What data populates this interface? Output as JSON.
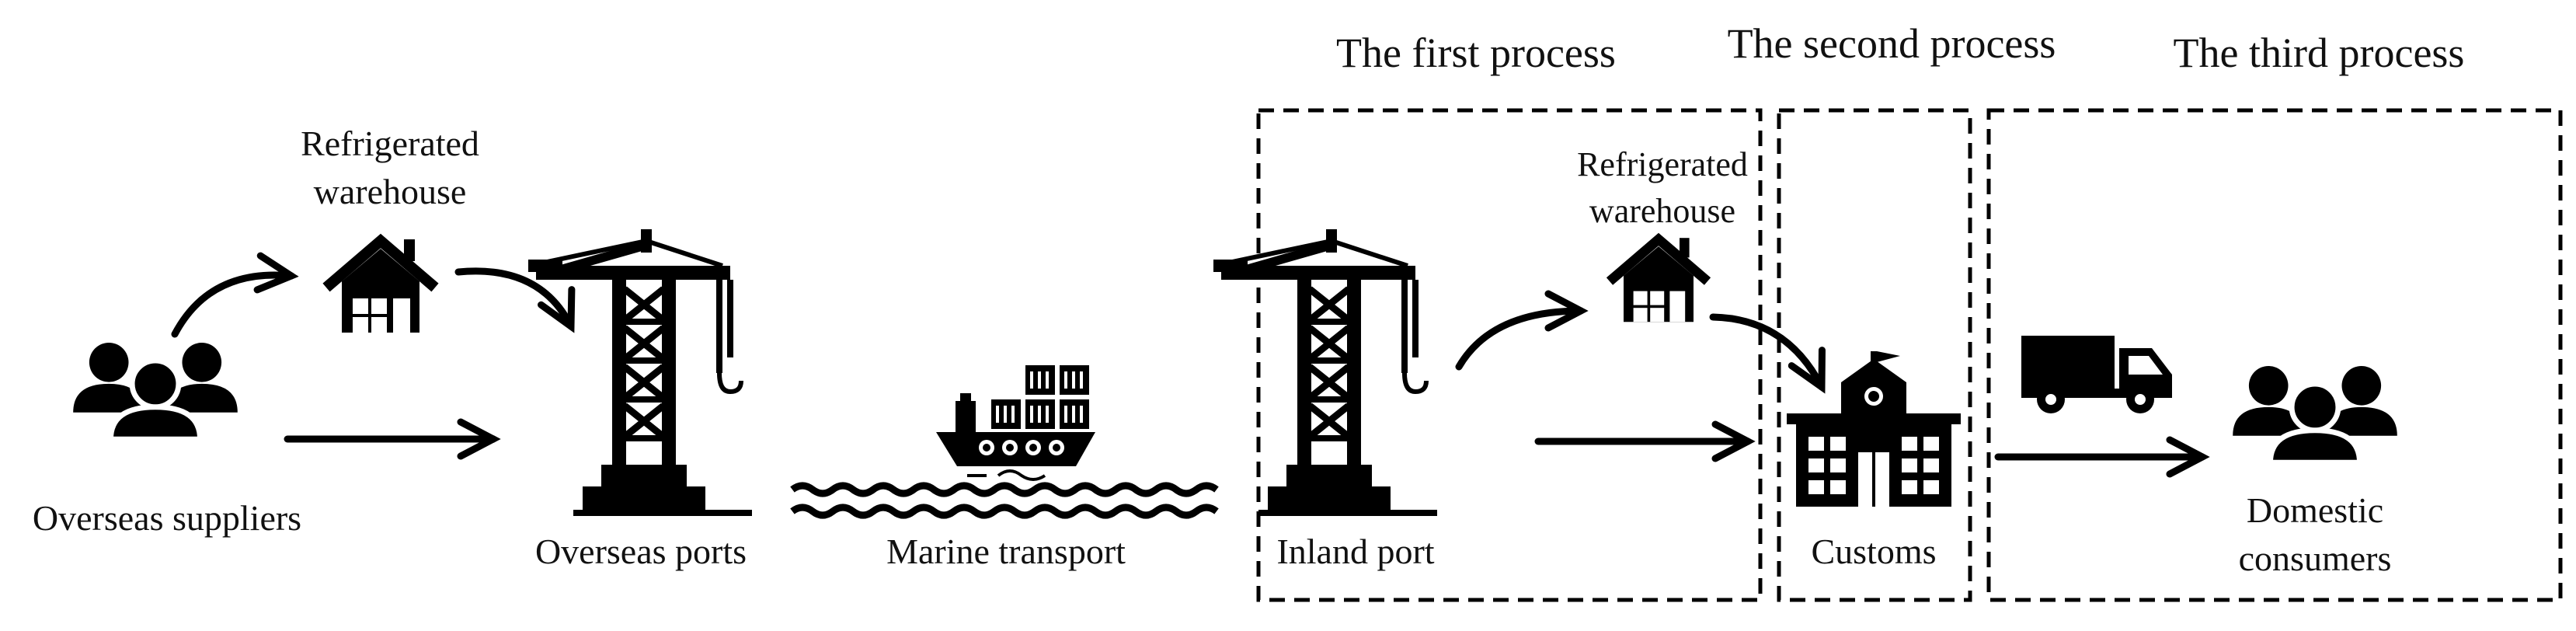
{
  "headings": {
    "first": "The first process",
    "second": "The second process",
    "third": "The third process"
  },
  "labels": {
    "overseas_suppliers": "Overseas suppliers",
    "refrigerated_warehouse_1_line1": "Refrigerated",
    "refrigerated_warehouse_1_line2": "warehouse",
    "overseas_ports": "Overseas ports",
    "marine_transport": "Marine transport",
    "inland_port": "Inland port",
    "refrigerated_warehouse_2_line1": "Refrigerated",
    "refrigerated_warehouse_2_line2": "warehouse",
    "customs": "Customs",
    "domestic_consumers_line1": "Domestic",
    "domestic_consumers_line2": "consumers"
  },
  "icons": {
    "suppliers": "people-group-icon",
    "warehouse": "house-icon",
    "port": "port-crane-icon",
    "ship": "container-ship-icon",
    "waves": "sea-waves-icon",
    "customs": "customs-building-icon",
    "truck": "truck-icon",
    "consumers": "people-group-icon"
  },
  "colors": {
    "ink": "#000000",
    "background": "#ffffff"
  }
}
